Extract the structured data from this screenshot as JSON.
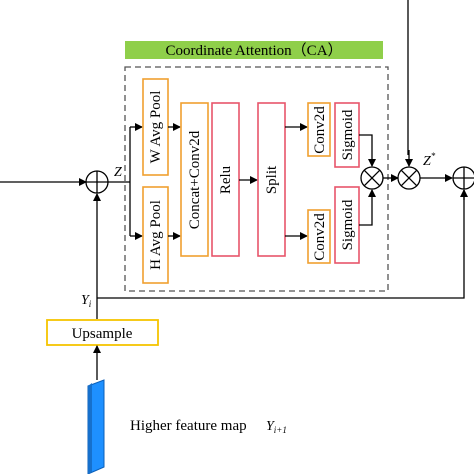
{
  "ca_header": {
    "label": "Coordinate Attention（CA）"
  },
  "blocks": {
    "w_avg_pool": "W Avg Pool",
    "h_avg_pool": "H Avg Pool",
    "concat_conv": "Concat+Conv2d",
    "relu": "Relu",
    "split": "Split",
    "conv_top": "Conv2d",
    "sigmoid_top": "Sigmoid",
    "conv_bottom": "Conv2d",
    "sigmoid_bottom": "Sigmoid",
    "upsample": "Upsample"
  },
  "math": {
    "z": "Z",
    "z_star": "Z",
    "z_star_sup": "*",
    "y_i": "Y",
    "y_i_sub": "i",
    "y_i1": "Y",
    "y_i1_sub": "i+1"
  },
  "feature_map": {
    "caption": "Higher feature map"
  },
  "colors": {
    "header_fill": "#8fcf4a",
    "orange_border": "#f0a030",
    "red_border": "#e8556a",
    "upsample_border": "#f5c400",
    "feature_map_fill": "#1e90ff"
  }
}
